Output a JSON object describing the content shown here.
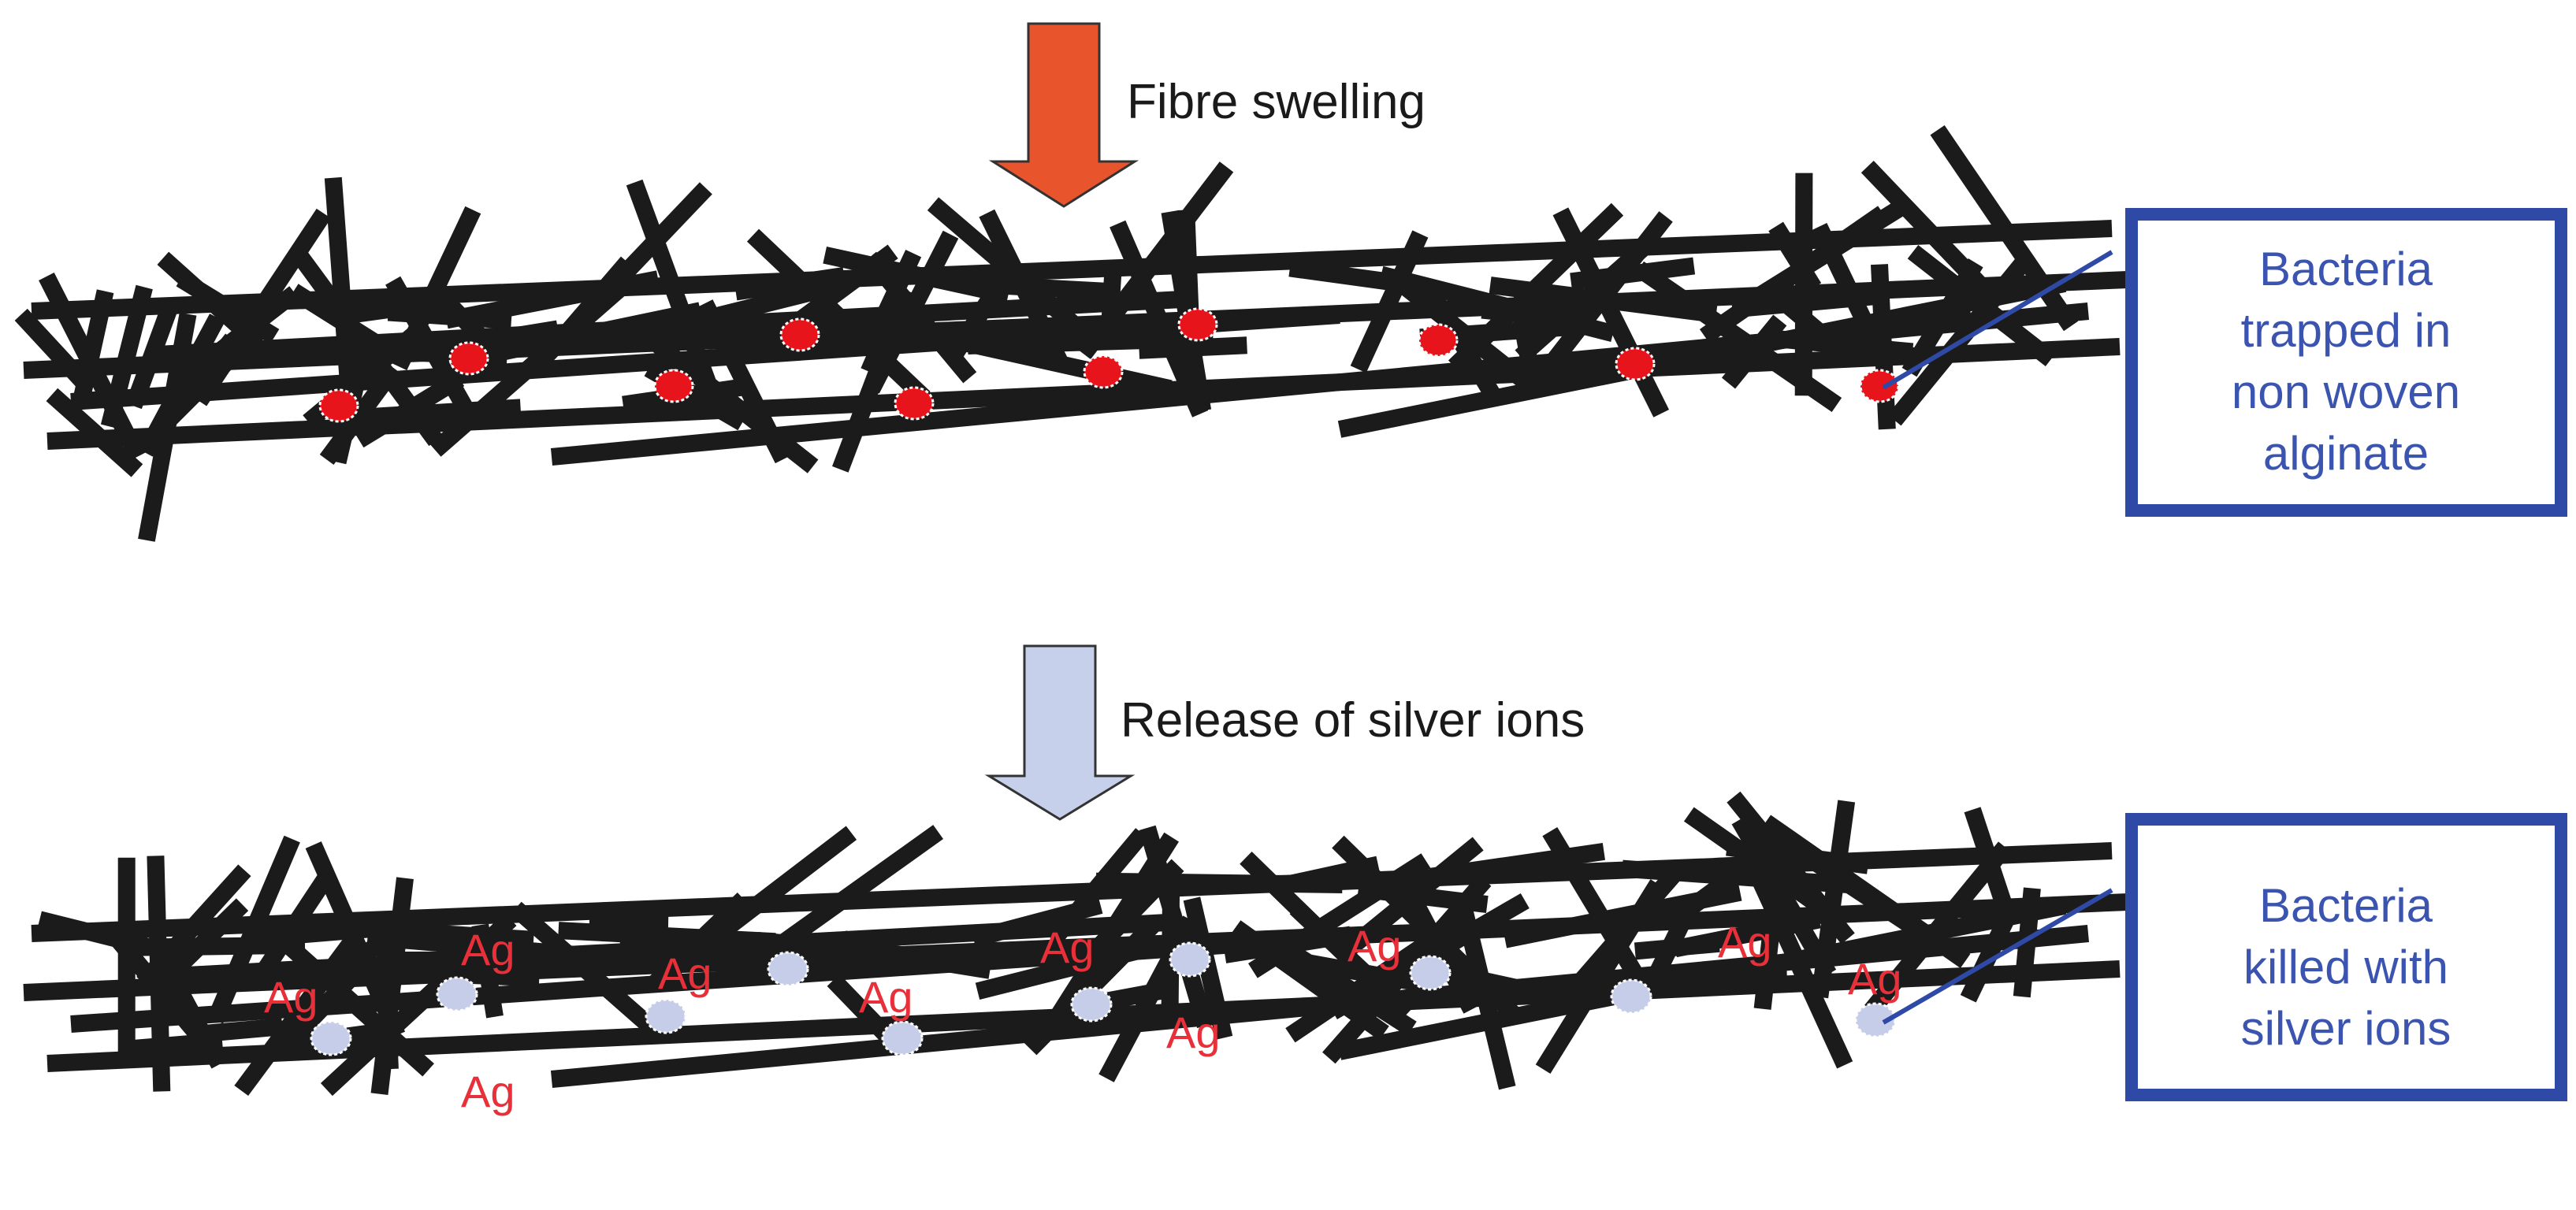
{
  "steps": [
    {
      "label": "Fibre swelling",
      "arrow_color": "#e8542c"
    },
    {
      "label": "Release of silver ions",
      "arrow_color": "#c7d0ea"
    }
  ],
  "boxes": [
    {
      "lines": [
        "Bacteria",
        "trapped in",
        "non woven",
        "alginate"
      ]
    },
    {
      "lines": [
        "Bacteria",
        "killed with",
        "silver ions"
      ]
    }
  ],
  "ion_label": "Ag",
  "colors": {
    "fibre": "#1b1b1b",
    "bacteria": "#e8141c",
    "killed_bacteria": "#c5cde8",
    "box": "#2f4aa6",
    "box_text": "#3a54b0",
    "ion_text": "#e8303a"
  }
}
